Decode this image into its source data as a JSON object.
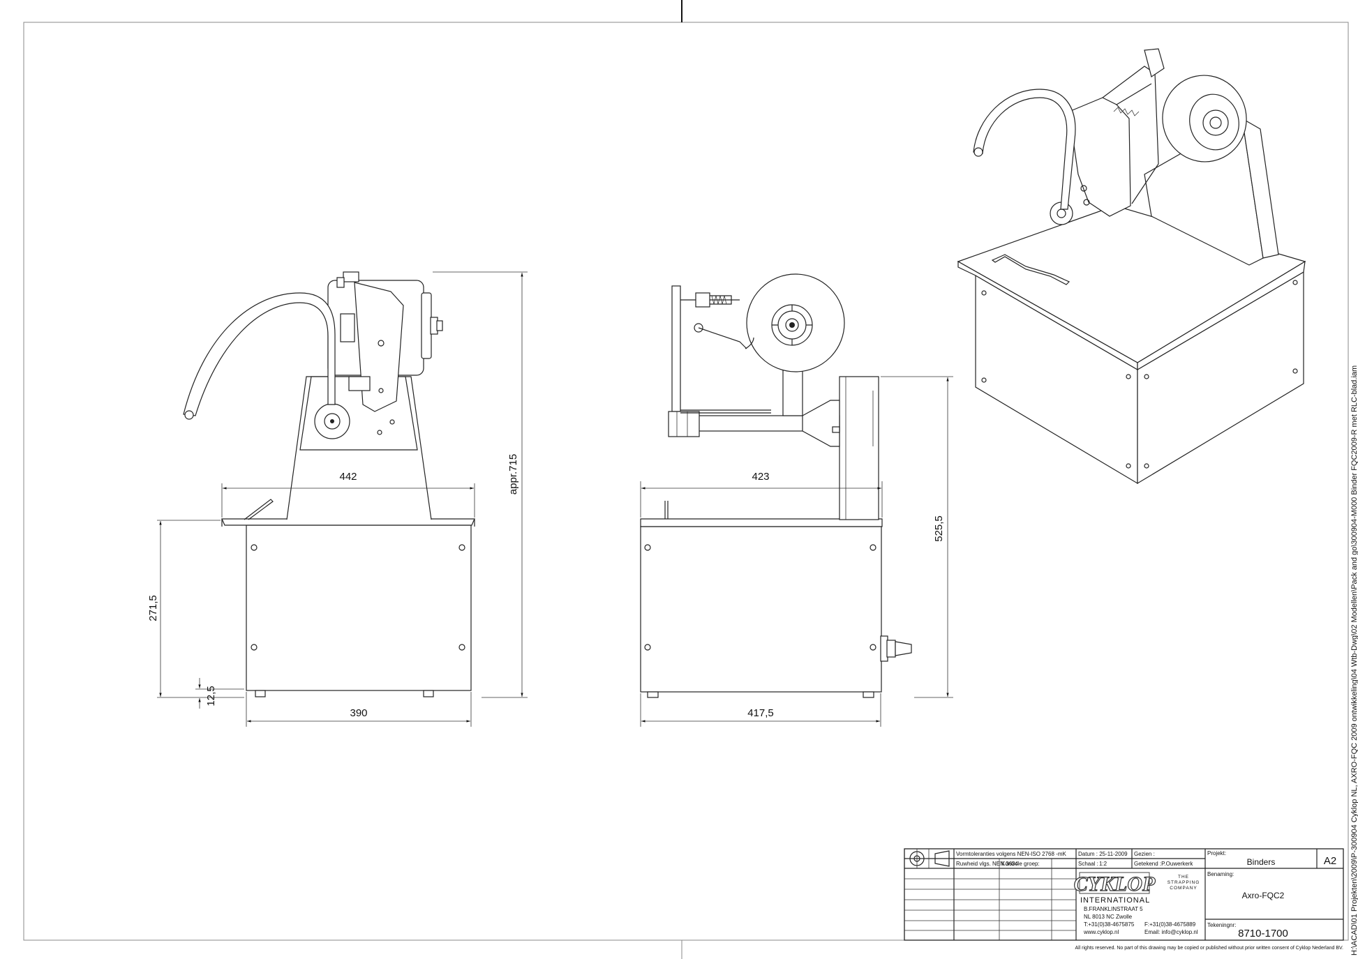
{
  "dimensions": {
    "front_width_top": "442",
    "front_height_base": "271,5",
    "front_feet": "12,5",
    "front_width_base": "390",
    "overall_height": "appr.715",
    "side_width_top": "423",
    "side_height": "525,5",
    "side_width_base": "417,5"
  },
  "title_block": {
    "tolerances": "Vormtoleranties volgens NEN-ISO 2768 -mK",
    "roughness": "Ruwheid vlgs. NEN 3634",
    "check_group": "Kontrole groep:",
    "date": "Datum : 25-11-2009",
    "seen": "Gezien :",
    "scale_label": "Schaal :",
    "scale_value": "1:2",
    "drawn_by": "Getekend :P.Ouwerkerk",
    "project_label": "Projekt:",
    "project_value": "Binders",
    "sheet_size": "A2",
    "name_label": "Benaming:",
    "name_value": "Axro-FQC2",
    "drawing_no_label": "Tekeningnr:",
    "drawing_no_value": "8710-1700",
    "company_logo": "CYKLOP",
    "company_tagline_1": "THE",
    "company_tagline_2": "STRAPPING",
    "company_tagline_3": "COMPANY",
    "company_sub": "INTERNATIONAL",
    "address_1": "B.FRANKLINSTRAAT 5",
    "address_2": "NL  8013 NC   Zwolle",
    "phone": "T:+31(0)38-4675875",
    "fax": "F:+31(0)38-4675889",
    "web": "www.cyklop.nl",
    "email": "Email: info@cyklop.nl"
  },
  "file_path": "H:\\ACAD\\01 Projekten\\2009\\P-300904 Cyklop NL, AXRO-FQC 2009 ontwikkeling\\04 Wtb-Dwg\\02 Modellen\\Pack and go\\300904-M000 Binder FQC2009-R met RLC-blad.iam",
  "copyright": "All rights reserved. No part of this drawing may be copied or published without prior written consent of Cyklop Nederland BV."
}
